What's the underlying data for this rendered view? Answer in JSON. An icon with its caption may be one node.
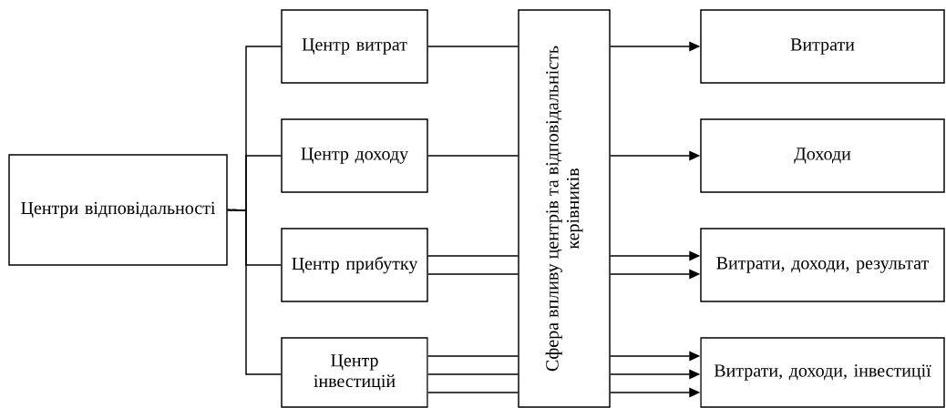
{
  "diagram": {
    "nodes": [
      {
        "text": [
          "Центри відповідальності"
        ]
      },
      {
        "text": [
          "Центр витрат"
        ]
      },
      {
        "text": [
          "Центр доходу"
        ]
      },
      {
        "text": [
          "Центр прибутку"
        ]
      },
      {
        "text": [
          "Центр інвестицій"
        ]
      },
      {
        "text": [
          "Сфера впливу центрів та відповідальність керівників"
        ]
      },
      {
        "text": [
          "Витрати"
        ]
      },
      {
        "text": [
          "Доходи"
        ]
      },
      {
        "text": [
          "Витрати, доходи, результат"
        ]
      },
      {
        "text": [
          "Витрати, доходи, інвестиції"
        ]
      }
    ],
    "edges": [
      {
        "from": 0,
        "to": 1,
        "arrow": "none"
      },
      {
        "from": 0,
        "to": 2,
        "arrow": "none"
      },
      {
        "from": 0,
        "to": 3,
        "arrow": "none"
      },
      {
        "from": 0,
        "to": 4,
        "arrow": "none"
      },
      {
        "from": 1,
        "to": 5,
        "arrow": "none"
      },
      {
        "from": 2,
        "to": 5,
        "arrow": "none"
      },
      {
        "from": 3,
        "to": 5,
        "arrow": "none"
      },
      {
        "from": 3,
        "to": 5,
        "arrow": "none"
      },
      {
        "from": 4,
        "to": 5,
        "arrow": "none"
      },
      {
        "from": 4,
        "to": 5,
        "arrow": "none"
      },
      {
        "from": 4,
        "to": 5,
        "arrow": "none"
      },
      {
        "from": 5,
        "to": 6,
        "arrow": "to"
      },
      {
        "from": 5,
        "to": 7,
        "arrow": "to"
      },
      {
        "from": 5,
        "to": 8,
        "arrow": "to"
      },
      {
        "from": 5,
        "to": 8,
        "arrow": "to"
      },
      {
        "from": 5,
        "to": 9,
        "arrow": "to"
      },
      {
        "from": 5,
        "to": 9,
        "arrow": "to"
      },
      {
        "from": 5,
        "to": 9,
        "arrow": "to"
      }
    ]
  }
}
